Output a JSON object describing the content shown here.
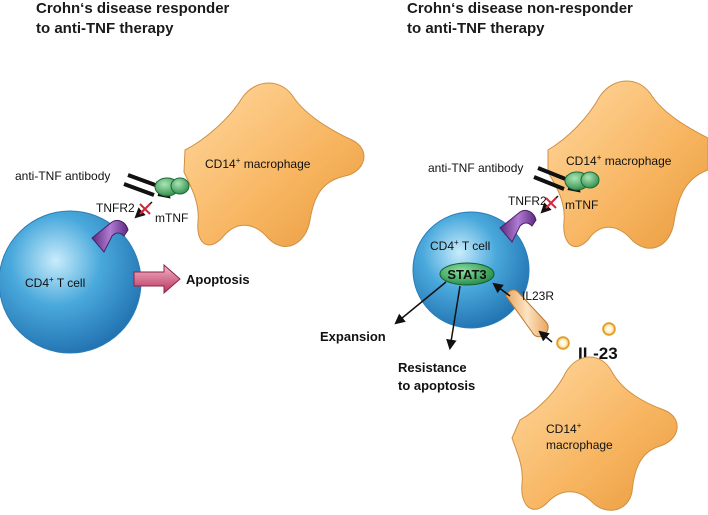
{
  "colors": {
    "macrophage": "#f7b45f",
    "macrophage_stroke": "#c98a3a",
    "tcell": "#4aa9dc",
    "receptor": "#7b3f98",
    "mtnf": "#3fb05d",
    "stat3": "#2f9e54",
    "il23": "#f2b84a",
    "il23r": "#f4c591",
    "apoptosis_arrow": "#c24a6d",
    "antibody": "#111111",
    "block_mark": "#d7263d"
  },
  "left_panel": {
    "title_line1": "Crohn‘s disease  responder",
    "title_line2": "to anti-TNF therapy",
    "macrophage_label": "macrophage",
    "macrophage_cd": "CD14",
    "antibody_label": "anti-TNF antibody",
    "mtnf_label": "mTNF",
    "tnfr2_label": "TNFR2",
    "tcell_cd": "CD4",
    "tcell_label": "T cell",
    "outcome_label": "Apoptosis"
  },
  "right_panel": {
    "title_line1": "Crohn‘s disease non-responder",
    "title_line2": "to anti-TNF therapy",
    "macrophage_cd": "CD14",
    "macrophage_label": "macrophage",
    "antibody_label": "anti-TNF antibody",
    "mtnf_label": "mTNF",
    "tnfr2_label": "TNFR2",
    "tcell_cd": "CD4",
    "tcell_label": "T cell",
    "stat3_label": "STAT3",
    "il23r_label": "IL23R",
    "il23_label": "IL-23",
    "expansion_label": "Expansion",
    "resistance_line1": "Resistance",
    "resistance_line2": "to apoptosis",
    "macrophage2_cd": "CD14",
    "macrophage2_label": "macrophage",
    "plus_sign": "+"
  }
}
